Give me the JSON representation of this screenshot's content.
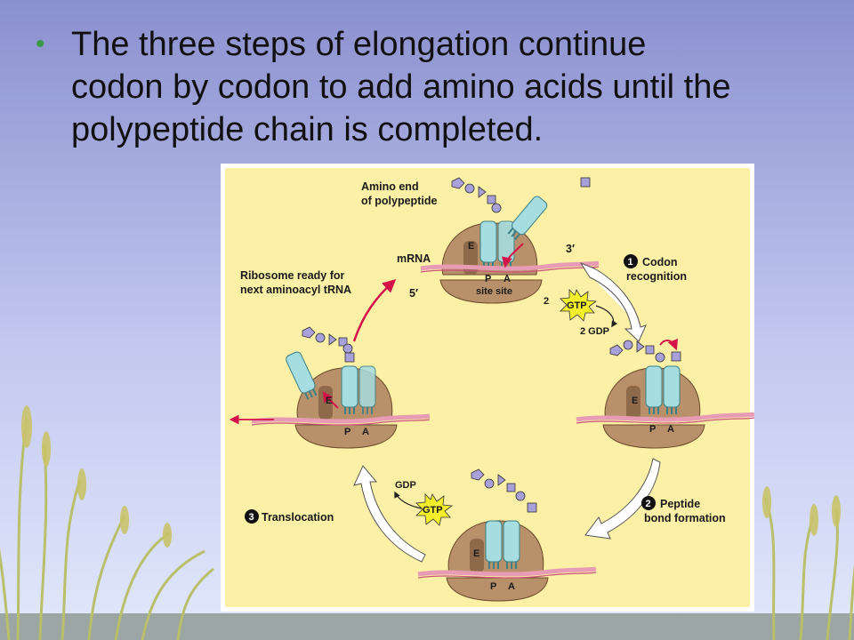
{
  "slide": {
    "bullet": "The three steps of elongation continue codon by codon to add amino acids until the polypeptide chain is completed."
  },
  "colors": {
    "sky_top": "#8b90cf",
    "sky_bottom": "#dfe6fb",
    "panel": "#fbf0a6",
    "ribosome": "#b8906a",
    "trna": "#a6dde0",
    "mrna_pink": "#e79bb4",
    "arrow_red": "#d3134a",
    "gtp_yellow": "#f3ee2a"
  },
  "diagram": {
    "label_amino_end": "Amino end",
    "label_of_polypeptide": "of polypeptide",
    "label_mrna": "mRNA",
    "label_3prime": "3′",
    "label_5prime": "5′",
    "label_ready_1": "Ribosome ready for",
    "label_ready_2": "next aminoacyl tRNA",
    "step1_num": "1",
    "step1_line1": "Codon",
    "step1_line2": "recognition",
    "step2_num": "2",
    "step2_line1": "Peptide",
    "step2_line2": "bond formation",
    "step3_num": "3",
    "step3_label": "Translocation",
    "gtp": "GTP",
    "two": "2",
    "two_gdp": "2 GDP",
    "gdp": "GDP",
    "site_e": "E",
    "site_p": "P",
    "site_a": "A",
    "site_site": "site site"
  }
}
